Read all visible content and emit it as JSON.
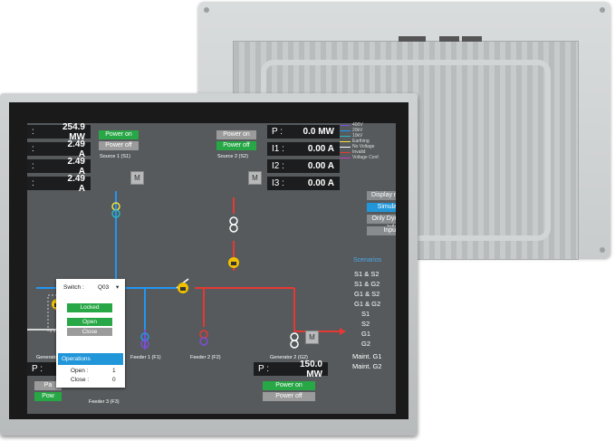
{
  "panels": {
    "left": [
      {
        "prefix": ":",
        "value": "254.9 MW"
      },
      {
        "prefix": ":",
        "value": "2.49 A"
      },
      {
        "prefix": ":",
        "value": "2.49 A"
      },
      {
        "prefix": ":",
        "value": "2.49 A"
      }
    ],
    "right": [
      {
        "prefix": "P :",
        "value": "0.0 MW"
      },
      {
        "prefix": "I1 :",
        "value": "0.00 A"
      },
      {
        "prefix": "I2 :",
        "value": "0.00 A"
      },
      {
        "prefix": "I3 :",
        "value": "0.00 A"
      }
    ],
    "bottom_right": {
      "prefix": "P :",
      "value": "150.0 MW"
    },
    "bottom_left": {
      "prefix": "P :"
    }
  },
  "power_buttons": {
    "on": "Power on",
    "off": "Power off",
    "partial_on": "Pa",
    "partial_off": "Pow"
  },
  "sources": {
    "source1": "Source 1 (S1)",
    "source2": "Source 2 (S2)",
    "generator1": "Generator",
    "generator2": "Generator 2 (G2)",
    "feeder1": "Feeder 1 (F1)",
    "feeder2": "Feeder 2 (F2)",
    "feeder3": "Feeder 3 (F3)"
  },
  "motor_label": "M",
  "menu": [
    "Display names",
    "Simulation",
    "Only Dyn. Col. Info",
    "Inputs"
  ],
  "legend": [
    {
      "label": "400V",
      "color": "#7b4fd6"
    },
    {
      "label": "20kV",
      "color": "#2196f3"
    },
    {
      "label": "10kV",
      "color": "#2bb3c0"
    },
    {
      "label": "Earthing",
      "color": "#f0e040"
    },
    {
      "label": "No Voltage",
      "color": "#ffffff"
    },
    {
      "label": "Invalid",
      "color": "#e53935"
    },
    {
      "label": "Voltage Conf.",
      "color": "#c040c0"
    }
  ],
  "scenarios": {
    "title": "Scenarios",
    "items": [
      "S1 & S2",
      "S1 & G2",
      "G1 & S2",
      "G1 & G2",
      "S1",
      "S2",
      "G1",
      "G2"
    ],
    "maint": [
      "Maint. G1",
      "Maint. G2"
    ]
  },
  "popup": {
    "switch_label": "Switch :",
    "switch_value": "Q03",
    "locked": "Locked",
    "open": "Open",
    "close": "Close",
    "operations": "Operations",
    "ops": [
      {
        "label": "Open :",
        "count": "1"
      },
      {
        "label": "Close :",
        "count": "0"
      }
    ]
  },
  "colors": {
    "screen_bg": "#565a5c",
    "line_20kv": "#2196f3",
    "line_invalid": "#e53935",
    "line_400v": "#7b4fd6",
    "power_on": "#27a745",
    "active_menu": "#2196d9"
  }
}
